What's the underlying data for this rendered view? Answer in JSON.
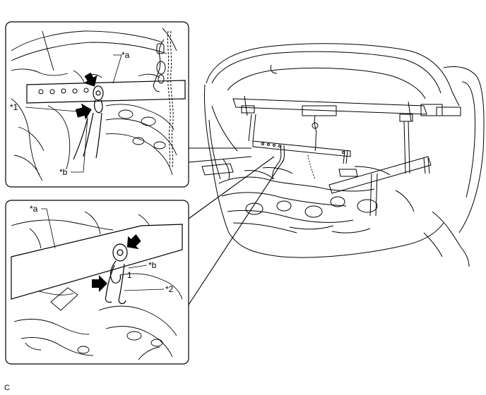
{
  "callouts": {
    "a_top": "*a",
    "one_top": "*1",
    "b_top": "*b",
    "a_bottom": "*a",
    "b_bottom": "*b",
    "two_bottom": "*2",
    "one_bottom": "1"
  },
  "figure_code": "C",
  "icons": {
    "arrow": "black-pointer-arrow",
    "hook": "engine-hook",
    "chain": "hoist-chain"
  },
  "colors": {
    "line": "#000000",
    "background": "#ffffff"
  }
}
